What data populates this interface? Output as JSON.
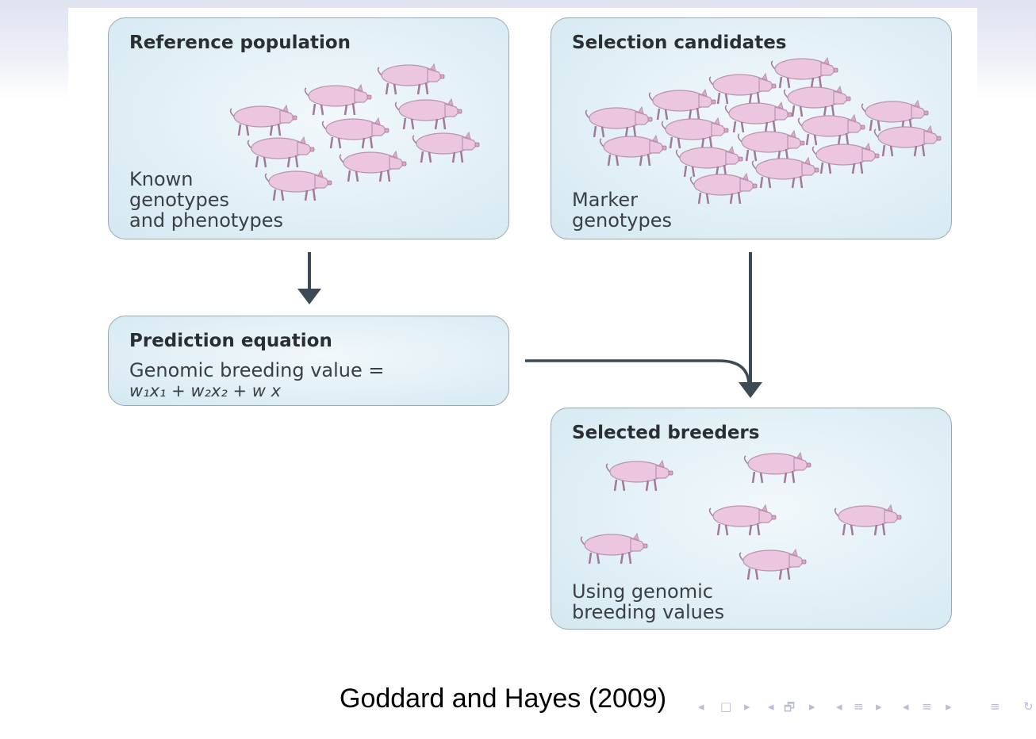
{
  "diagram": {
    "reference_population": {
      "title": "Reference population",
      "caption": [
        "Known",
        "genotypes",
        "and phenotypes"
      ]
    },
    "selection_candidates": {
      "title": "Selection candidates",
      "caption": [
        "Marker",
        "genotypes"
      ]
    },
    "prediction_equation": {
      "title": "Prediction equation",
      "line1": "Genomic breeding value =",
      "formula": "w₁x₁ + w₂x₂ + w x"
    },
    "selected_breeders": {
      "title": "Selected breeders",
      "caption": [
        "Using genomic",
        "breeding values"
      ]
    }
  },
  "citation": "Goddard and Hayes (2009)",
  "beamer_nav": {
    "symbols": [
      "◂",
      "□",
      "▸",
      "◂",
      "🗗",
      "▸",
      "◂",
      "≡",
      "▸",
      "◂",
      "≡",
      "▸",
      "≡",
      "↻"
    ]
  },
  "colors": {
    "box_fill": "#e2f0f6",
    "box_border": "#9aa7b0",
    "arrow": "#3d4a55",
    "pig": "#ecc6de"
  },
  "icons": [
    "pig-icon",
    "arrow-down-icon",
    "arrow-merge-icon"
  ]
}
